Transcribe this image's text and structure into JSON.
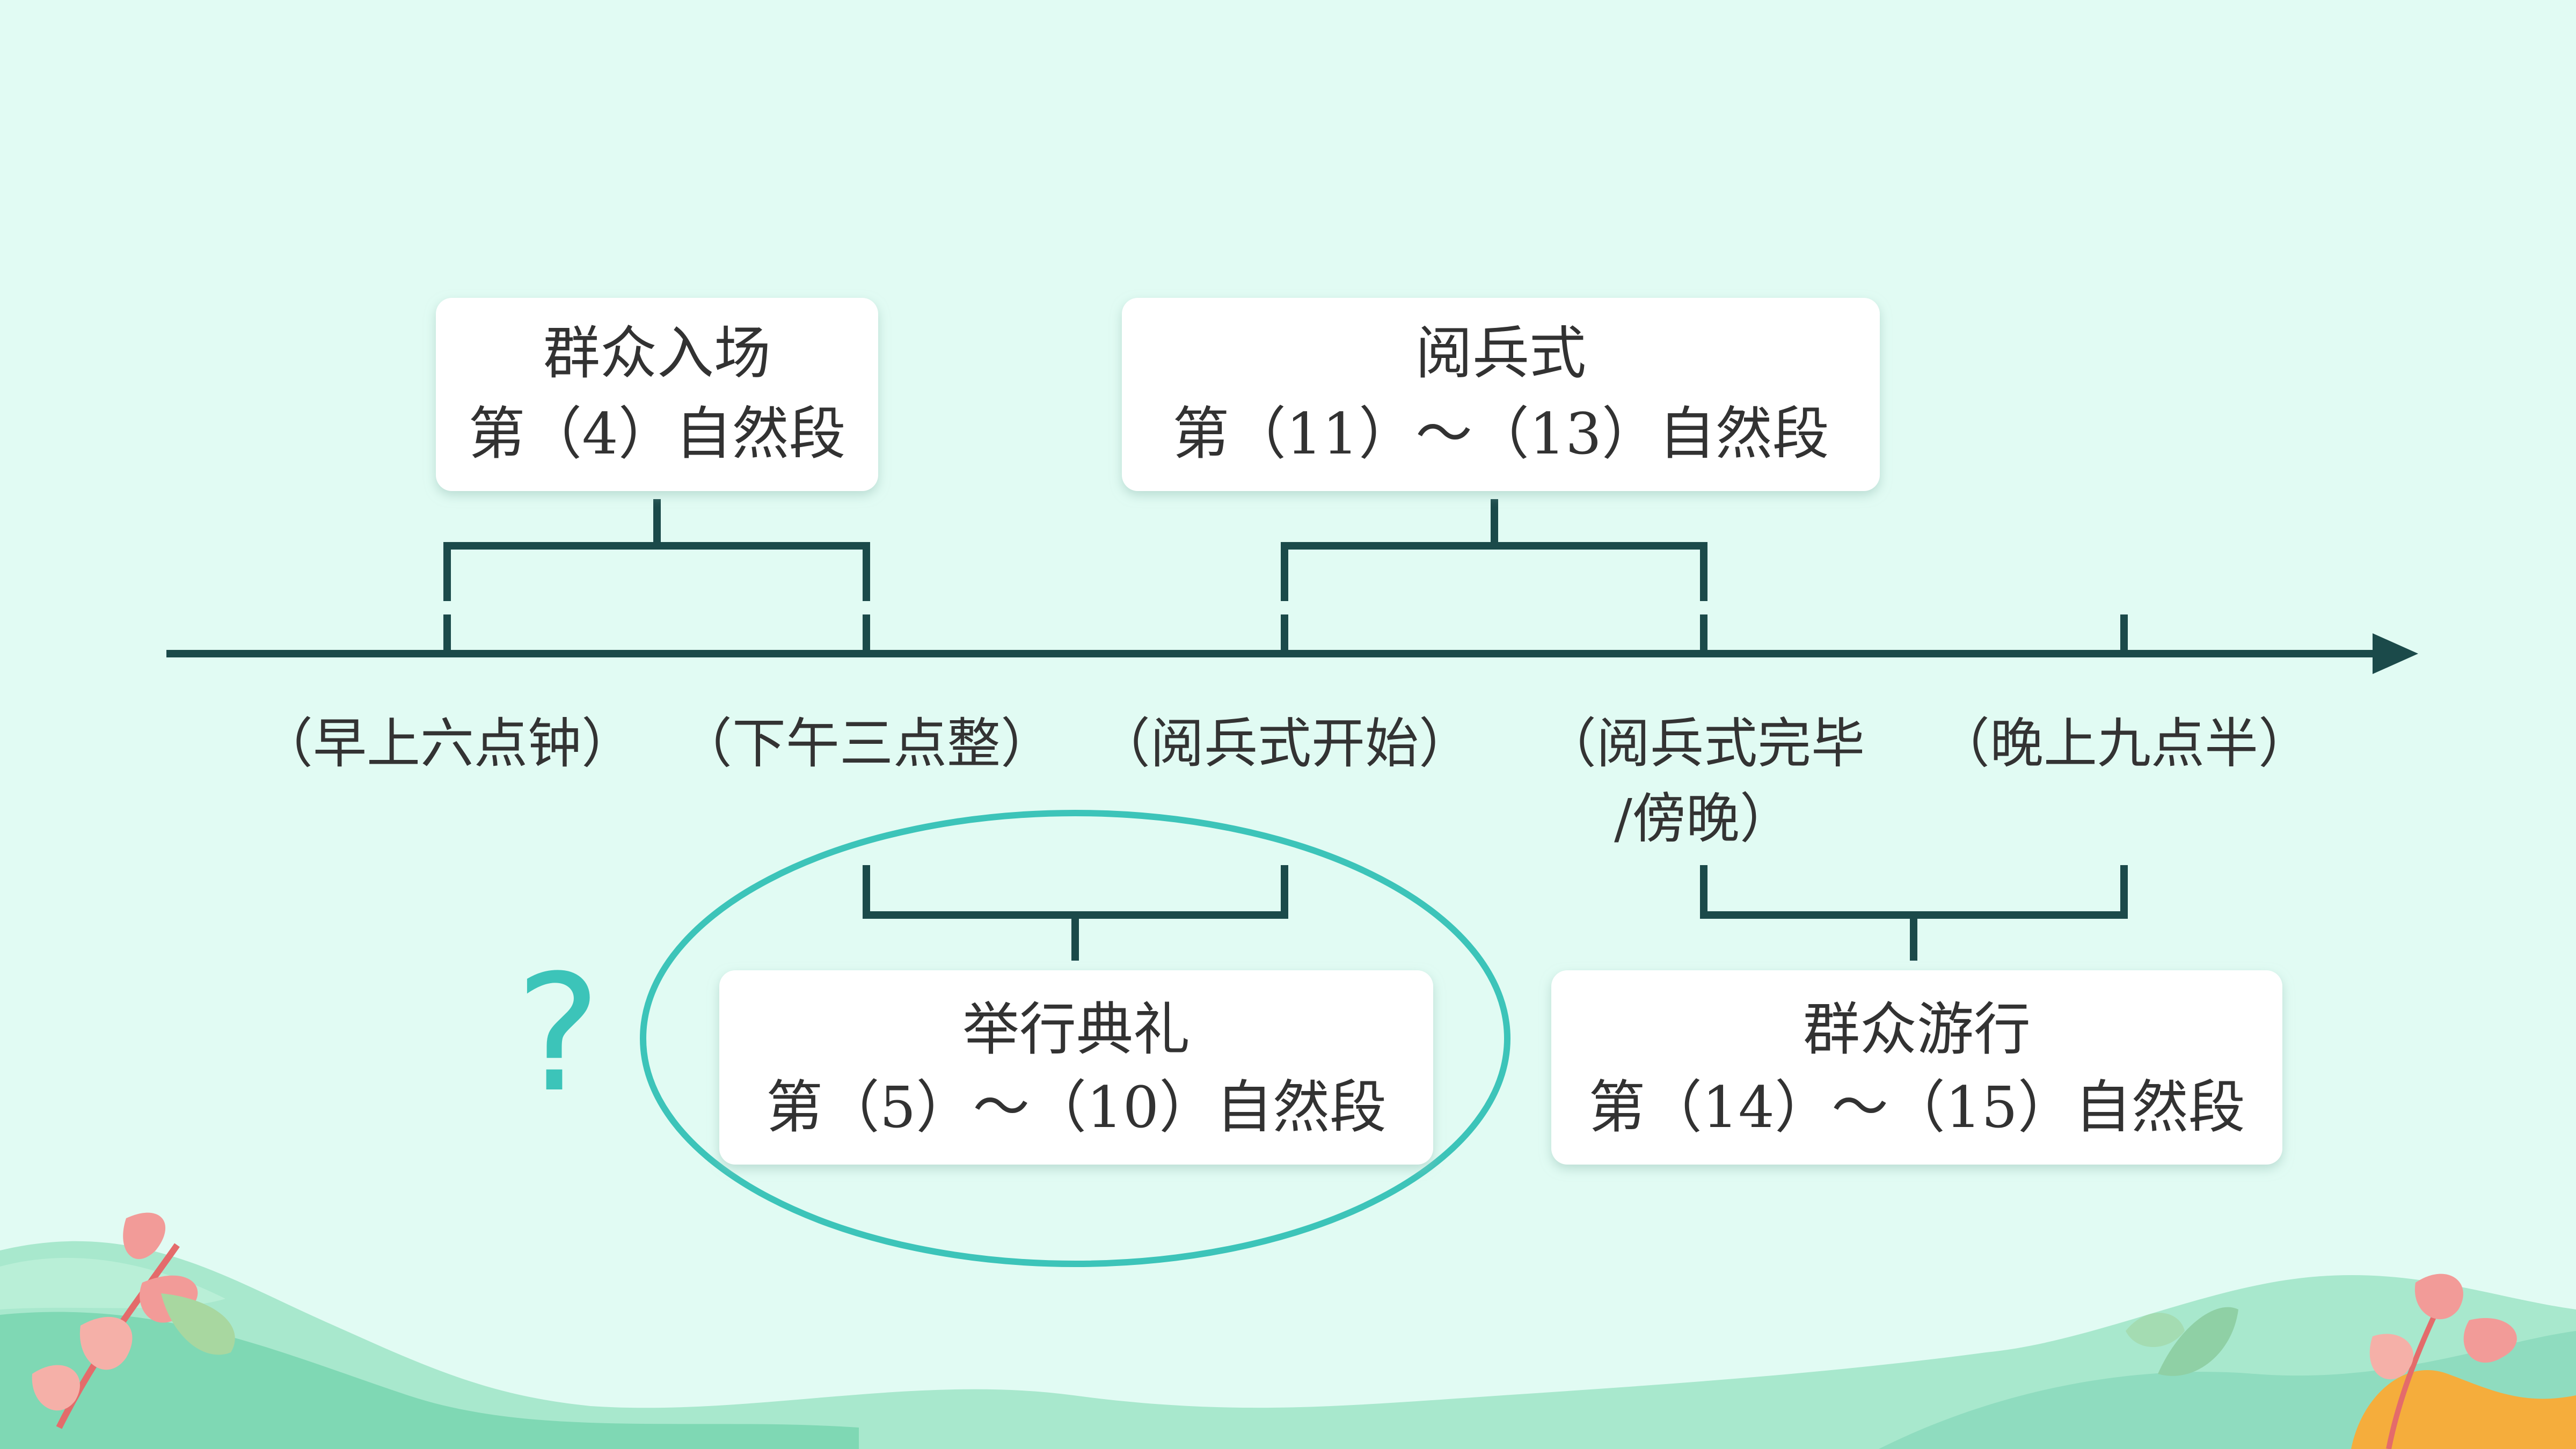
{
  "colors": {
    "background": "#e1fbf3",
    "timeline": "#1b4a4a",
    "box_fill": "#ffffff",
    "highlight": "#3cc4b9",
    "text": "#333333"
  },
  "timeline_labels": [
    "（早上六点钟）",
    "（下午三点整）",
    "（阅兵式开始）",
    "（阅兵式完毕",
    "/傍晚）",
    "（晚上九点半）"
  ],
  "boxes": {
    "entry": {
      "title": "群众入场",
      "paragraphs": "第（4）自然段"
    },
    "parade": {
      "title": "阅兵式",
      "paragraphs": "第（11）～（13）自然段"
    },
    "ceremony": {
      "title": "举行典礼",
      "paragraphs": "第（5）～（10）自然段"
    },
    "procession": {
      "title": "群众游行",
      "paragraphs": "第（14）～（15）自然段"
    }
  },
  "question_mark": "?",
  "icons": [
    "arrow-head",
    "leaf-decoration",
    "hill-decoration"
  ]
}
